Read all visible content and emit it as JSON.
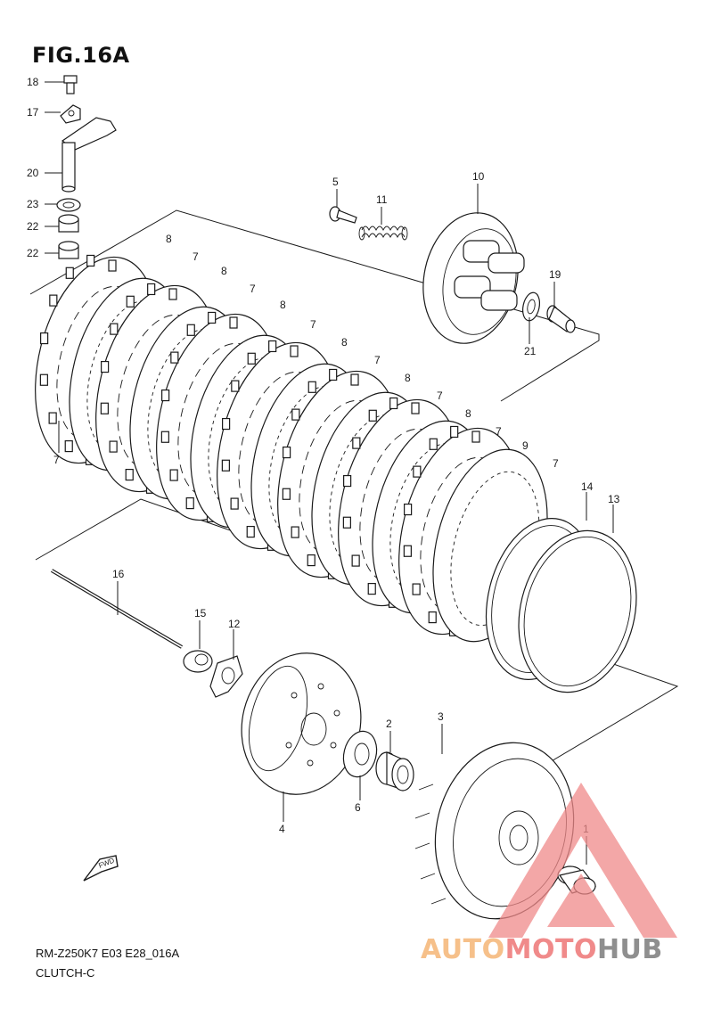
{
  "figure": {
    "title": "FIG.16A",
    "model_code": "RM-Z250K7 E03 E28_016A",
    "section": "CLUTCH-C"
  },
  "fwd_label": "FWD",
  "watermark": {
    "part1": "AUTO",
    "part2": "MOTO",
    "part3": "HUB"
  },
  "callouts": [
    "18",
    "17",
    "20",
    "23",
    "22",
    "22",
    "5",
    "11",
    "10",
    "19",
    "21",
    "8",
    "7",
    "8",
    "7",
    "8",
    "7",
    "8",
    "7",
    "8",
    "7",
    "8",
    "7",
    "9",
    "7",
    "14",
    "13",
    "7",
    "16",
    "15",
    "12",
    "2",
    "3",
    "4",
    "6",
    "1"
  ],
  "colors": {
    "line": "#1a1a1a",
    "watermark_red": "#f08a8a",
    "watermark_orange": "#f6c08a",
    "watermark_gray": "#8f8f8f"
  }
}
